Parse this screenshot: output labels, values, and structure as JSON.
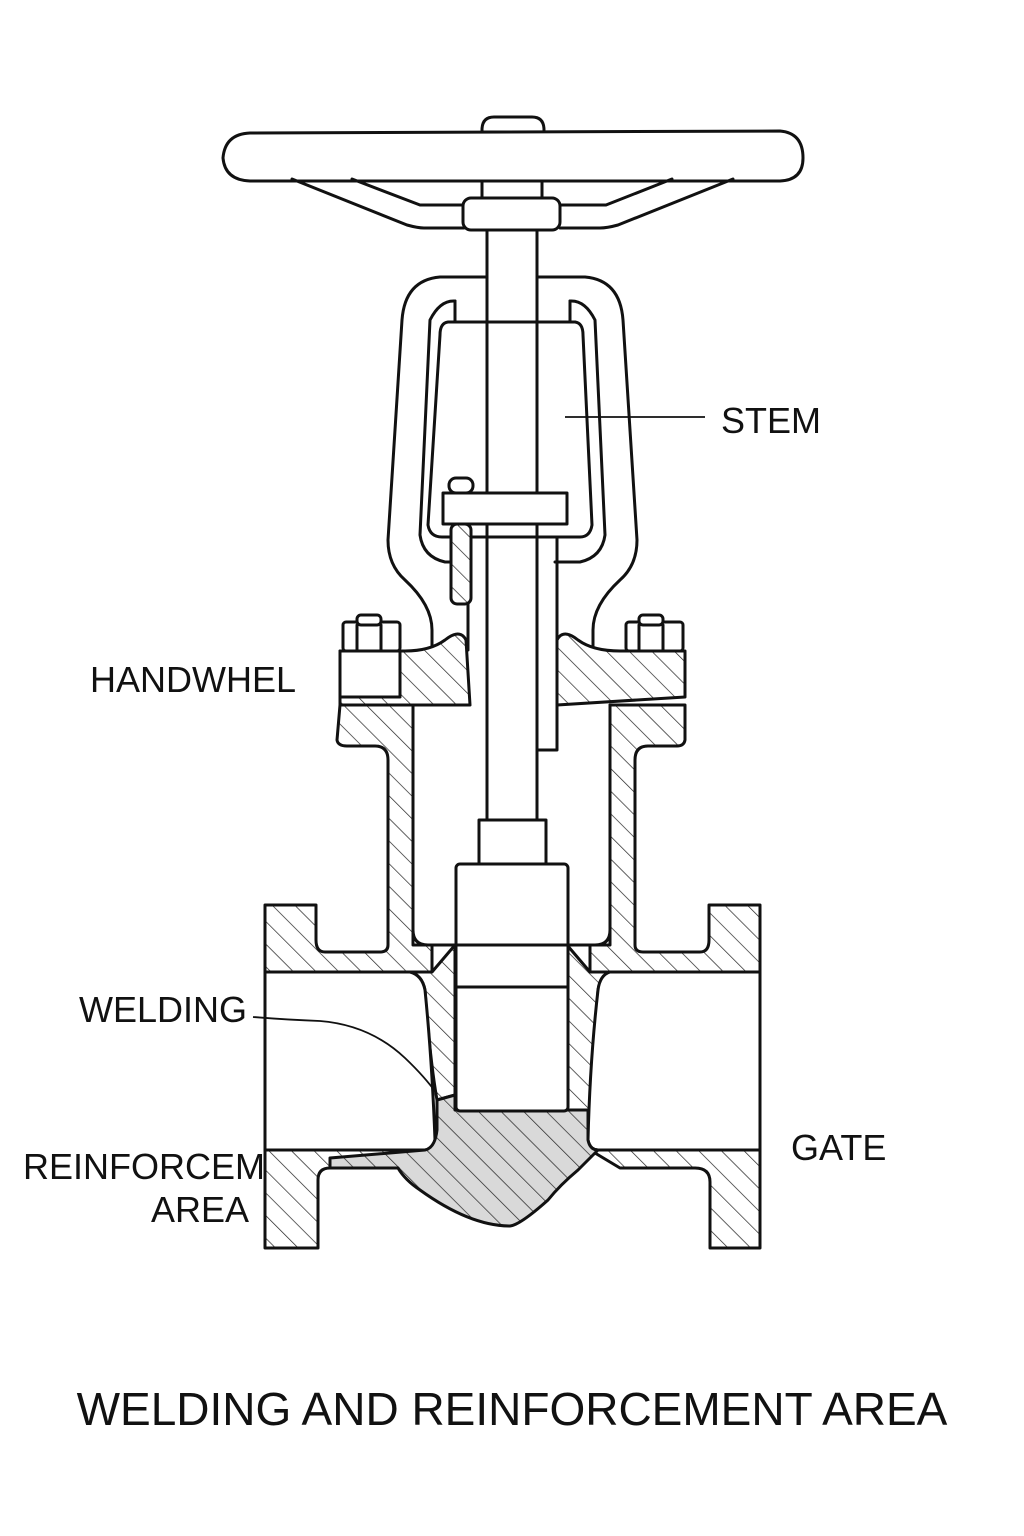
{
  "diagram": {
    "type": "gate valve cross-section",
    "title": "WELDING AND REINFORCEMENT AREA",
    "labels": {
      "stem": "STEM",
      "handwheel": "HANDWHEL",
      "welding": "WELDING",
      "reinforcement_line1": "REINFORCEM",
      "reinforcement_line2": "AREA",
      "gate": "GATE"
    },
    "colors": {
      "line": "#111111",
      "background": "#ffffff",
      "reinforcement_fill": "#d9d9d9"
    },
    "parts": [
      "handwheel",
      "stem",
      "yoke",
      "packing-gland",
      "gland-bolt",
      "bonnet-flange",
      "flange-bolts",
      "bonnet",
      "valve-body",
      "gate",
      "inlet-flange",
      "outlet-flange",
      "weld-reinforcement-zone"
    ]
  }
}
